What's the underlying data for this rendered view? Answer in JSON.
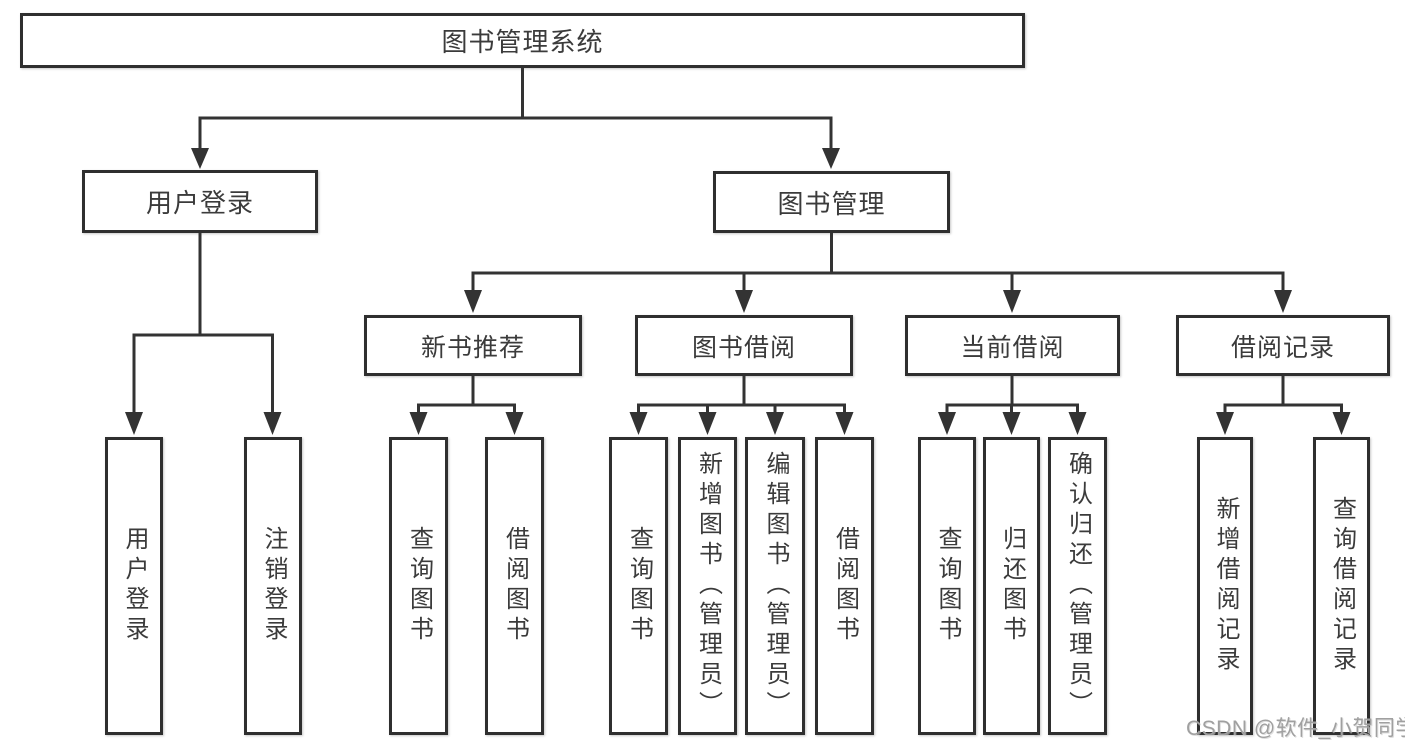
{
  "diagram": {
    "root": {
      "label": "图书管理系统"
    },
    "level2": [
      {
        "label": "用户登录",
        "children": [
          {
            "label": "用户登录"
          },
          {
            "label": "注销登录"
          }
        ]
      },
      {
        "label": "图书管理",
        "children": [
          {
            "label": "新书推荐",
            "children": [
              {
                "label": "查询图书"
              },
              {
                "label": "借阅图书"
              }
            ]
          },
          {
            "label": "图书借阅",
            "children": [
              {
                "label": "查询图书"
              },
              {
                "label": "新增图书（管理员）"
              },
              {
                "label": "编辑图书（管理员）"
              },
              {
                "label": "借阅图书"
              }
            ]
          },
          {
            "label": "当前借阅",
            "children": [
              {
                "label": "查询图书"
              },
              {
                "label": "归还图书"
              },
              {
                "label": "确认归还（管理员）"
              }
            ]
          },
          {
            "label": "借阅记录",
            "children": [
              {
                "label": "新增借阅记录"
              },
              {
                "label": "查询借阅记录"
              }
            ]
          }
        ]
      }
    ]
  },
  "watermark": {
    "text": "CSDN @软件_小贺同学"
  },
  "colors": {
    "line": "#333333",
    "border": "#2f2f2f",
    "text": "#3b3b3b",
    "watermark": "#a0a0a0",
    "background": "#ffffff"
  }
}
